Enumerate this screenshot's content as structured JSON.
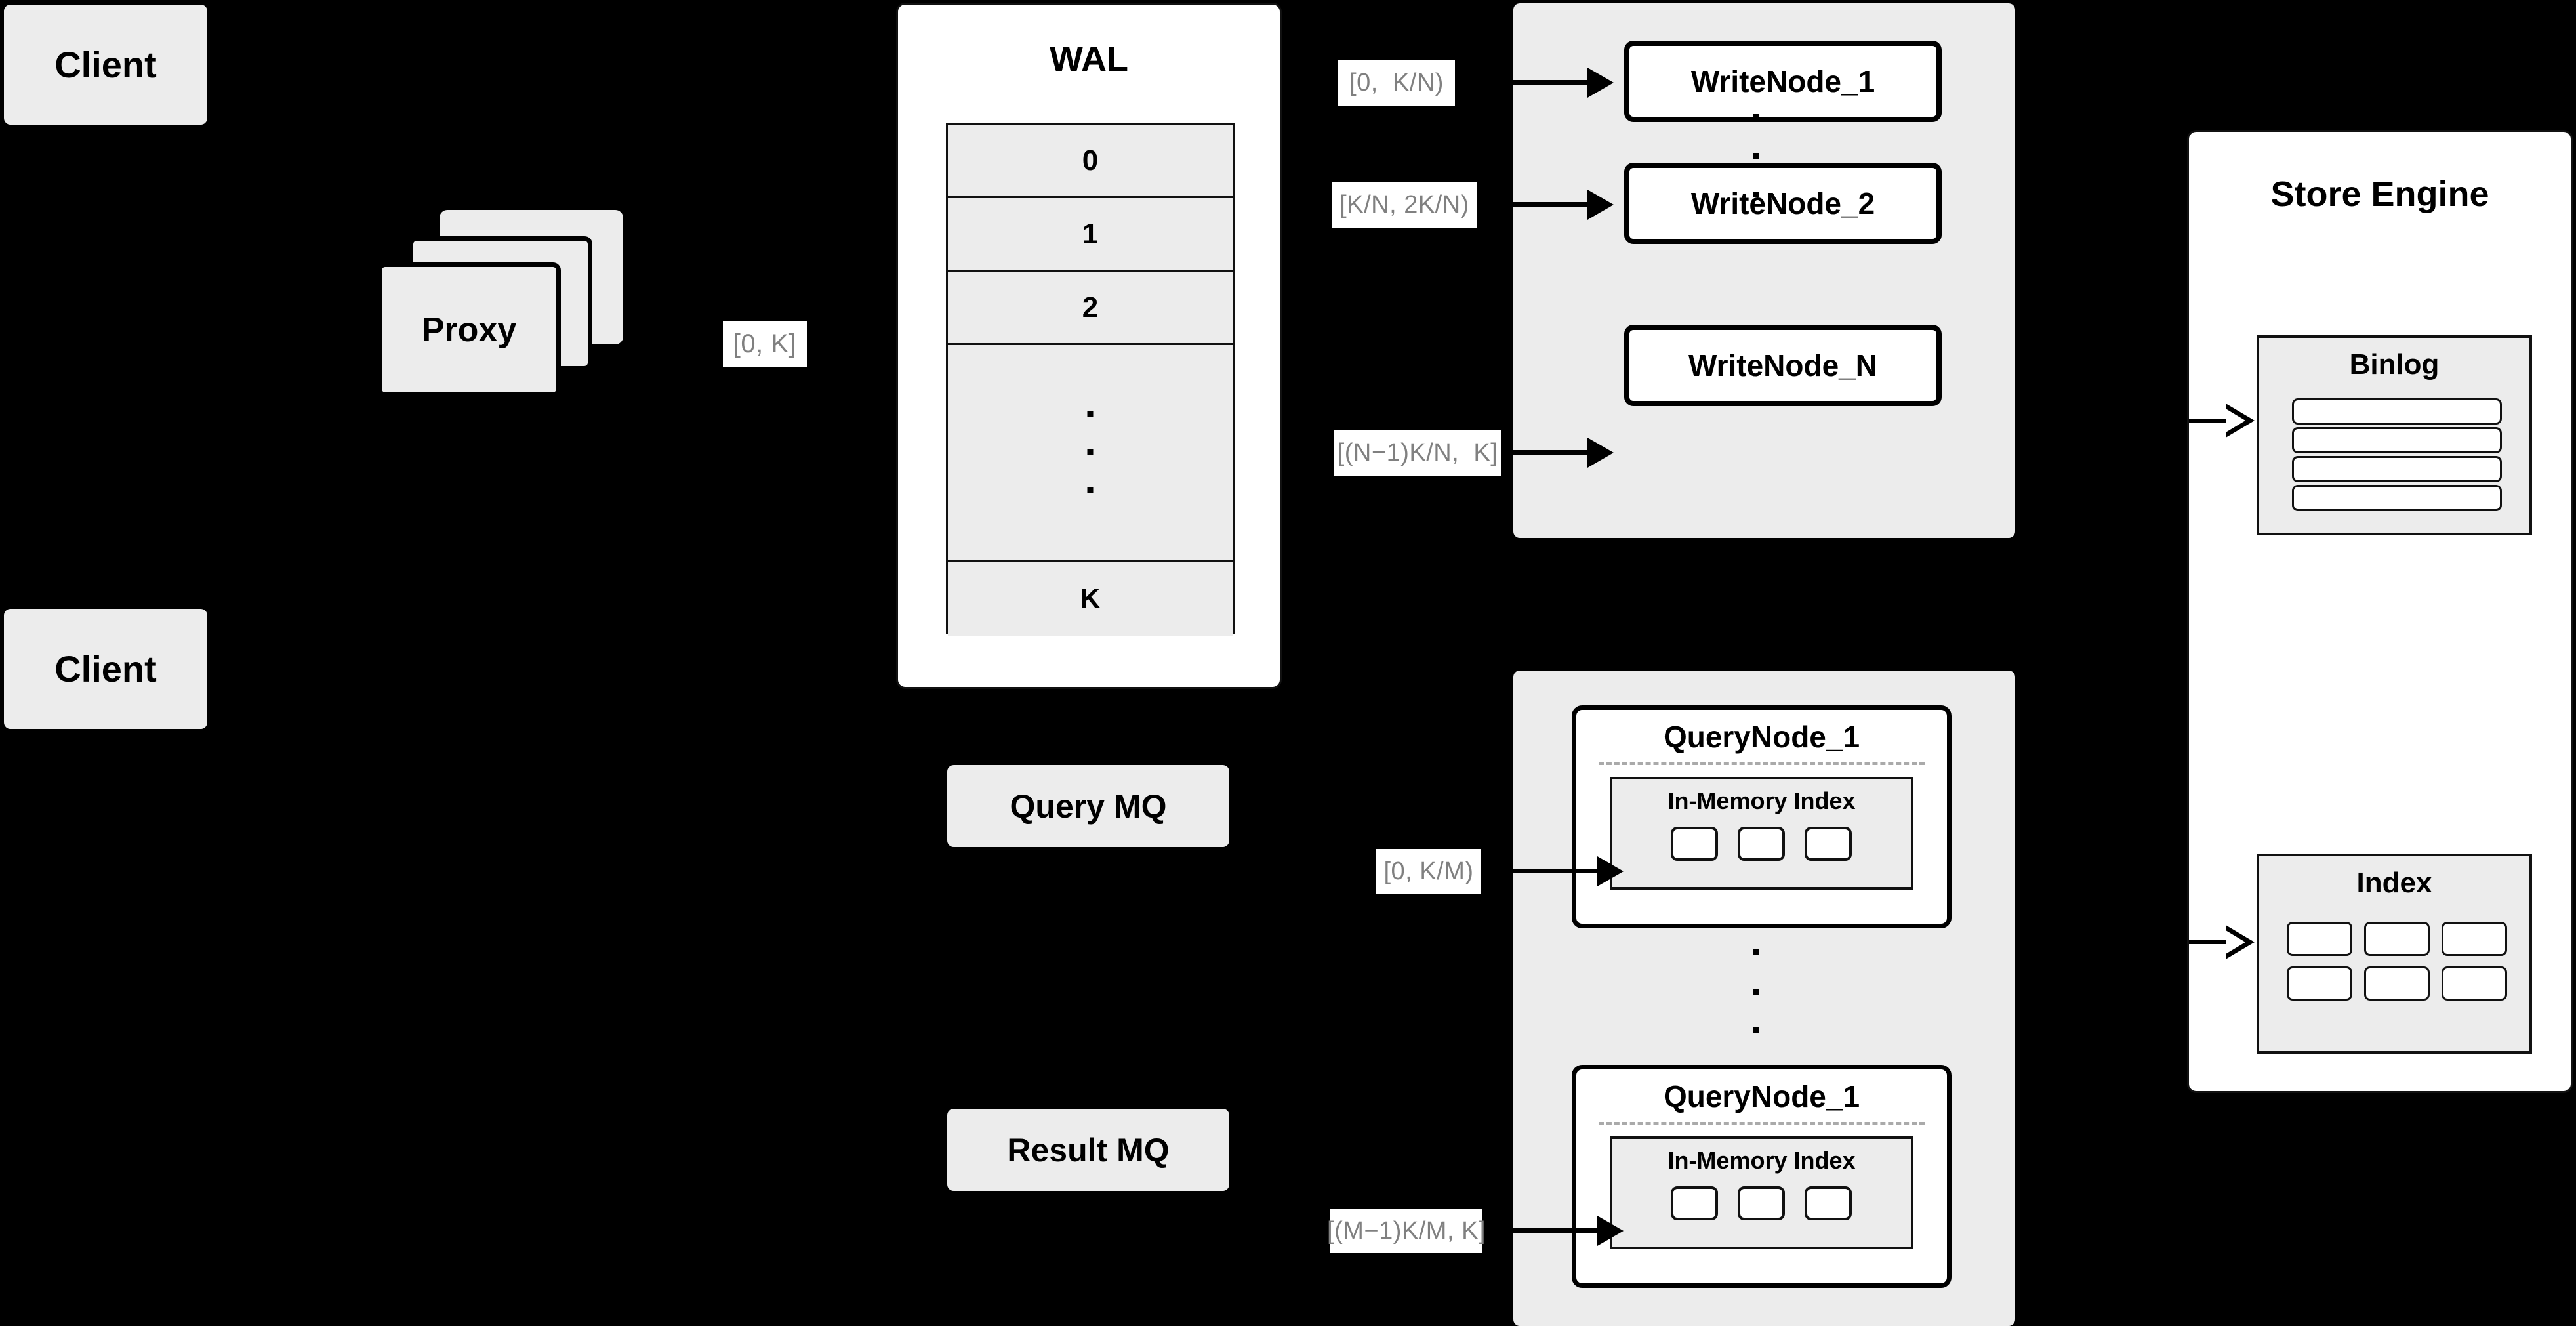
{
  "diagram": {
    "title": "Distributed vector database write / query architecture",
    "background_color": "#000000",
    "node_fill": "#ECECEC",
    "panel_fill": "#FFFFFF",
    "label_text_color": "#808080",
    "stroke_color": "#000000"
  },
  "clients": [
    {
      "label": "Client"
    },
    {
      "label": "Client"
    }
  ],
  "proxy": {
    "label": "Proxy",
    "stack_count": 3
  },
  "wal": {
    "title": "WAL",
    "entries": [
      "0",
      "1",
      "2",
      "⋮",
      "K"
    ],
    "ellipsis_index": 3
  },
  "range_labels": {
    "proxy_to_wal": "[0, K]",
    "write_1": "[0,  K/N)",
    "write_2": "[K/N, 2K/N)",
    "write_n": "[(N−1)K/N,  K]",
    "query_1": "[0, K/M)",
    "query_m": "[(M−1)K/M, K]"
  },
  "write_cluster": {
    "nodes": [
      {
        "label": "WriteNode_1"
      },
      {
        "label": "WriteNode_2"
      },
      {
        "label": "WriteNode_N"
      }
    ],
    "ellipsis_dots": 3
  },
  "message_queues": [
    {
      "label": "Query MQ"
    },
    {
      "label": "Result MQ"
    }
  ],
  "query_cluster": {
    "nodes": [
      {
        "label": "QueryNode_1",
        "index_title": "In-Memory Index",
        "index_slots": 3
      },
      {
        "label": "QueryNode_1",
        "index_title": "In-Memory Index",
        "index_slots": 3
      }
    ],
    "ellipsis_dots": 3
  },
  "store_engine": {
    "title": "Store Engine",
    "sections": [
      {
        "title": "Binlog",
        "slot_count": 4,
        "slot_layout": "rows"
      },
      {
        "title": "Index",
        "slot_count": 6,
        "slot_layout": "grid-2x3"
      }
    ]
  }
}
